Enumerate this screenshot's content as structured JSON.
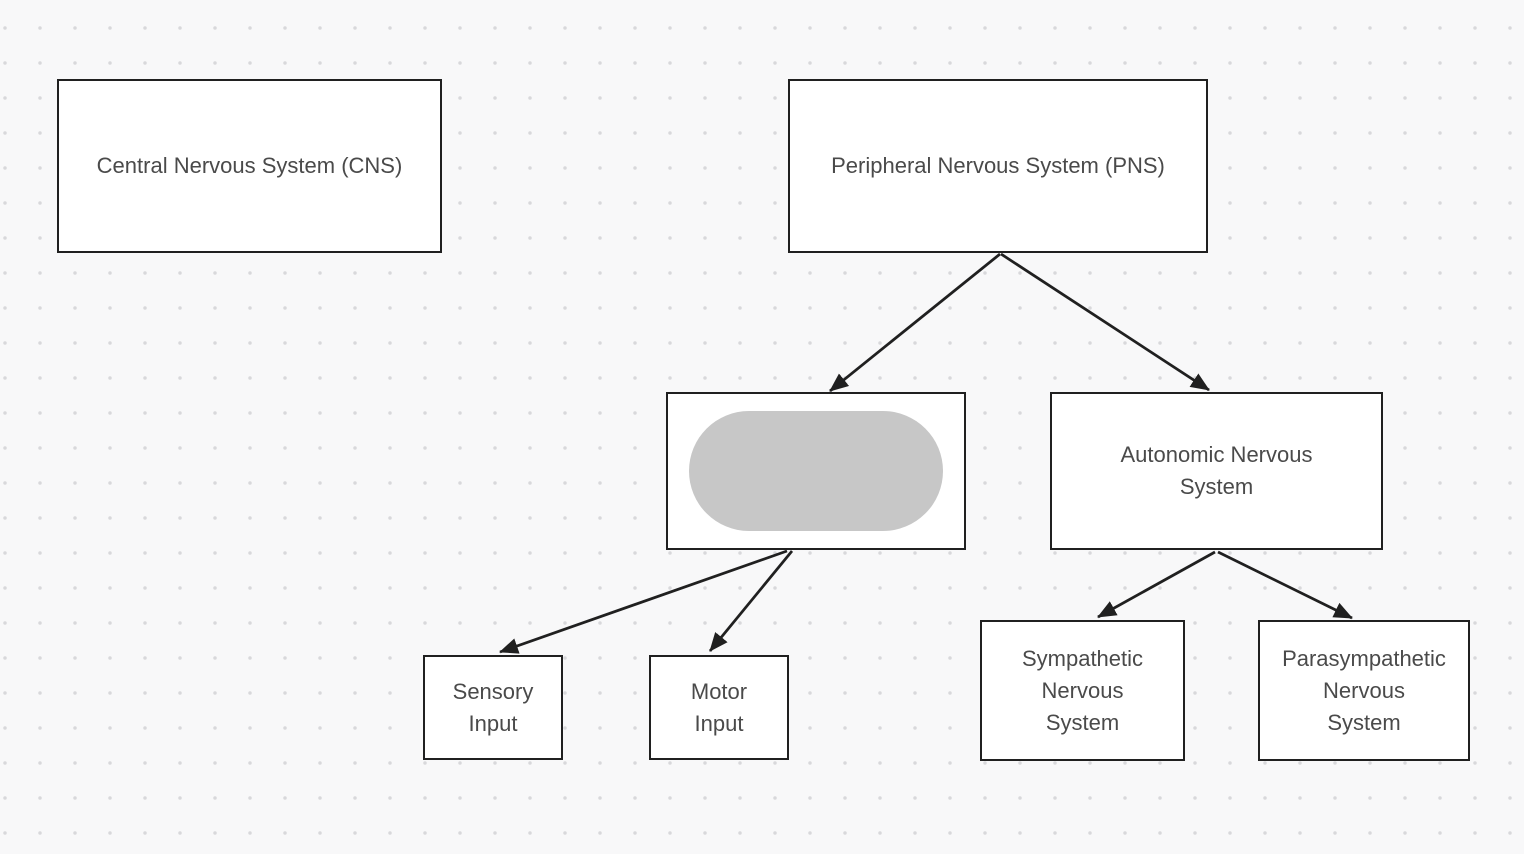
{
  "canvas": {
    "background_color": "#f8f8f9",
    "dot_grid_color": "#d8d8db"
  },
  "colors": {
    "node_background": "#ffffff",
    "node_border": "#202020",
    "node_text": "#4a4a4a",
    "arrow": "#202020",
    "redaction_blob": "#c7c7c7"
  },
  "nodes": {
    "cns": {
      "lines": [
        "Central Nervous System (CNS)"
      ]
    },
    "pns": {
      "lines": [
        "Peripheral Nervous System (PNS)"
      ]
    },
    "masked": {
      "lines": [],
      "label_masked_by_gray_blob": true
    },
    "autonomic": {
      "lines": [
        "Autonomic Nervous",
        "System"
      ]
    },
    "sensory": {
      "lines": [
        "Sensory",
        "Input"
      ]
    },
    "motor": {
      "lines": [
        "Motor",
        "Input"
      ]
    },
    "sympathetic": {
      "lines": [
        "Sympathetic",
        "Nervous",
        "System"
      ]
    },
    "parasympathetic": {
      "lines": [
        "Parasympathetic",
        "Nervous",
        "System"
      ]
    }
  },
  "edges": [
    {
      "from": "pns",
      "to": "masked"
    },
    {
      "from": "pns",
      "to": "autonomic"
    },
    {
      "from": "masked",
      "to": "sensory"
    },
    {
      "from": "masked",
      "to": "motor"
    },
    {
      "from": "autonomic",
      "to": "sympathetic"
    },
    {
      "from": "autonomic",
      "to": "parasympathetic"
    }
  ]
}
